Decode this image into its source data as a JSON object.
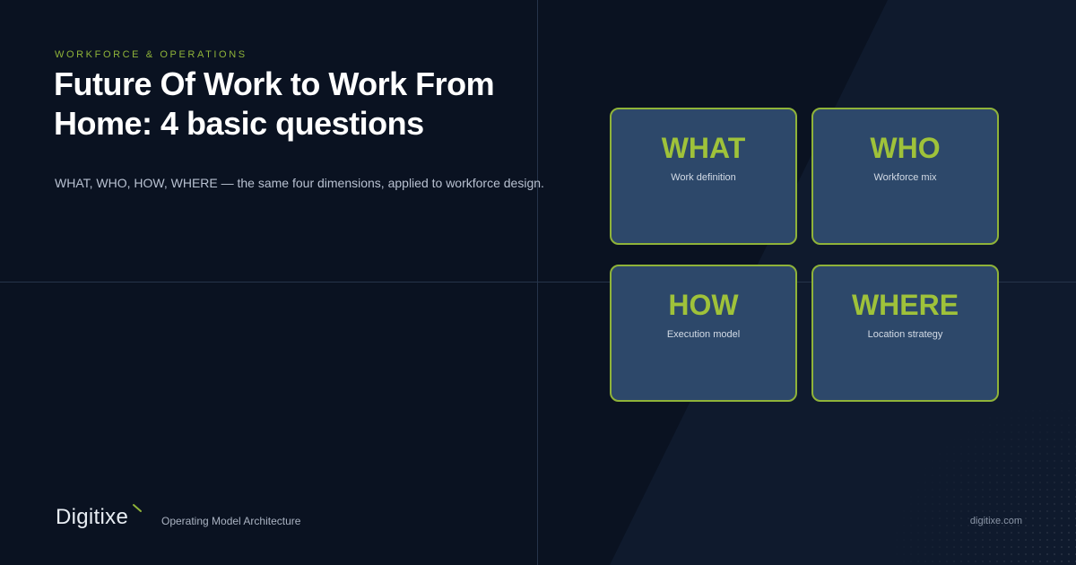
{
  "header": {
    "eyebrow": "WORKFORCE & OPERATIONS",
    "title": "Future Of Work to Work From Home: 4 basic questions",
    "subtitle": "WHAT, WHO, HOW, WHERE — the same four dimensions, applied to workforce design."
  },
  "quadrants": [
    {
      "word": "WHAT",
      "description": "Work definition"
    },
    {
      "word": "WHO",
      "description": "Workforce mix"
    },
    {
      "word": "HOW",
      "description": "Execution model"
    },
    {
      "word": "WHERE",
      "description": "Location strategy"
    }
  ],
  "footer": {
    "brand": "Digitixe",
    "tagline": "Operating Model Architecture",
    "url": "digitixe.com"
  },
  "colors": {
    "background": "#0a1221",
    "accent": "#8fb339",
    "card": "#2d486a"
  }
}
